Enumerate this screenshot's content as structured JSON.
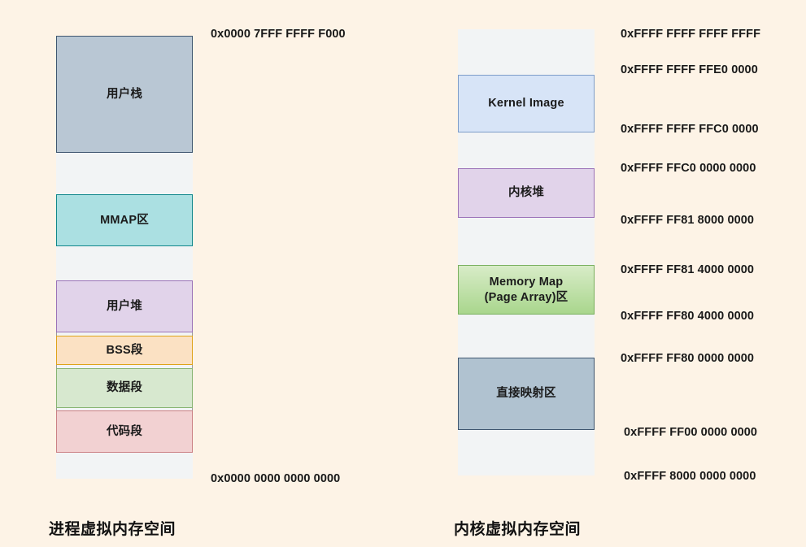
{
  "background_color": "#fdf3e6",
  "diagrams": [
    {
      "id": "process",
      "caption": "进程虚拟内存空间",
      "top_address": "0x0000 7FFF FFFF F000",
      "bottom_address": "0x0000 0000 0000 0000",
      "regions": [
        {
          "label": "用户栈",
          "color": "#b9c7d4",
          "border": "#3f5670"
        },
        {
          "label": "",
          "color": "#f2f4f5",
          "border": "#9a9a9a"
        },
        {
          "label": "MMAP区",
          "color": "#abe0e2",
          "border": "#10878c"
        },
        {
          "label": "",
          "color": "#f2f4f5",
          "border": "#9a9a9a"
        },
        {
          "label": "用户堆",
          "color": "#e1d3ea",
          "border": "#9b72b8"
        },
        {
          "label": "BSS段",
          "color": "#fbe1c3",
          "border": "#dfa31a"
        },
        {
          "label": "数据段",
          "color": "#d7e8cf",
          "border": "#87b472"
        },
        {
          "label": "代码段",
          "color": "#f2d1d2",
          "border": "#cb8084"
        },
        {
          "label": "",
          "color": "#f2f4f5",
          "border": "#9a9a9a"
        }
      ]
    },
    {
      "id": "kernel",
      "caption": "内核虚拟内存空间",
      "regions": [
        {
          "label": "",
          "color": "#f2f4f5",
          "border": "#9a9a9a"
        },
        {
          "label": "Kernel Image",
          "color": "#d7e4f7",
          "border": "#7d9cc9"
        },
        {
          "label": "",
          "color": "#f2f4f5",
          "border": "#9a9a9a"
        },
        {
          "label": "内核堆",
          "color": "#e1d3ea",
          "border": "#9b72b8"
        },
        {
          "label": "",
          "color": "#f2f4f5",
          "border": "#9a9a9a"
        },
        {
          "label": "Memory Map\n(Page Array)区",
          "color": "#a9d68d",
          "border": "#79b05f"
        },
        {
          "label": "",
          "color": "#f2f4f5",
          "border": "#9a9a9a"
        },
        {
          "label": "直接映射区",
          "color": "#b0c2d0",
          "border": "#3f5670"
        },
        {
          "label": "",
          "color": "#f2f4f5",
          "border": "#9a9a9a"
        }
      ],
      "addresses": [
        "0xFFFF FFFF FFFF FFFF",
        "0xFFFF FFFF FFE0 0000",
        "0xFFFF FFFF FFC0 0000",
        "0xFFFF FFC0 0000 0000",
        "0xFFFF FF81 8000 0000",
        "0xFFFF FF81 4000 0000",
        "0xFFFF FF80 4000 0000",
        "0xFFFF FF80 0000 0000",
        "0xFFFF FF00 0000 0000",
        "0xFFFF 8000 0000 0000"
      ]
    }
  ],
  "memory_map_line1": "Memory Map",
  "memory_map_line2": "(Page Array)区"
}
